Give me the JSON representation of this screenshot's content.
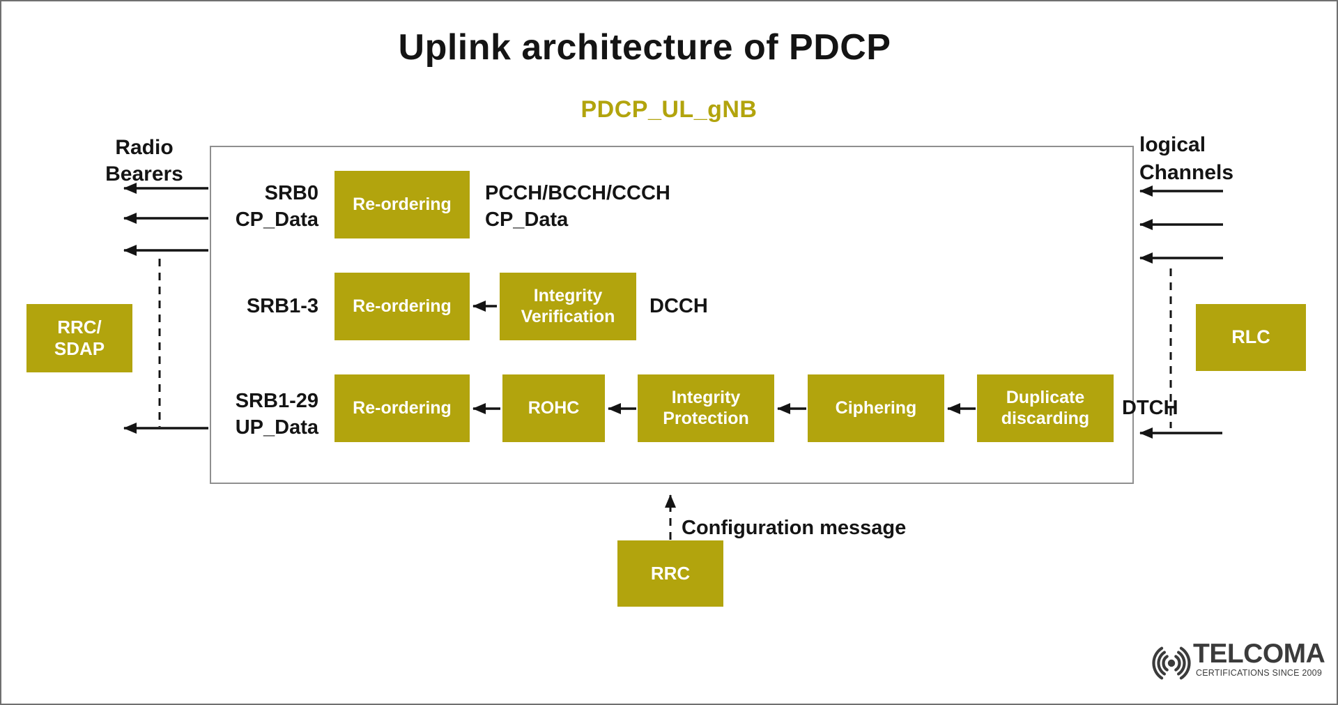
{
  "colors": {
    "olive": "#b2a40d",
    "ink": "#141414",
    "box-text": "#ffffff",
    "box-border": "#8f8f8f",
    "frame": "#6f6f6f",
    "logo": "#3b3b3b",
    "background": "#ffffff"
  },
  "header": {
    "title": "Uplink architecture of PDCP",
    "subtitle": "PDCP_UL_gNB"
  },
  "left_side": {
    "radio_bearers": {
      "line1": "Radio",
      "line2": "Bearers"
    },
    "rrc_sdap_box": {
      "line1": "RRC/",
      "line2": "SDAP"
    }
  },
  "right_side": {
    "logical_channels": {
      "line1": "logical",
      "line2": "Channels"
    },
    "rlc_box": {
      "label": "RLC"
    },
    "dtch_label": "DTCH"
  },
  "rows": {
    "srb0": {
      "label": {
        "line1": "SRB0",
        "line2": "CP_Data"
      },
      "reordering_box": "Re-ordering",
      "channel": {
        "line1": "PCCH/BCCH/CCCH",
        "line2": "CP_Data"
      }
    },
    "srb1_3": {
      "label": "SRB1-3",
      "reordering_box": "Re-ordering",
      "integrity_verification_box": {
        "line1": "Integrity",
        "line2": "Verification"
      },
      "channel": "DCCH"
    },
    "srb1_29": {
      "label": {
        "line1": "SRB1-29",
        "line2": "UP_Data"
      },
      "reordering_box": "Re-ordering",
      "rohc_box": "ROHC",
      "integrity_protection_box": {
        "line1": "Integrity",
        "line2": "Protection"
      },
      "ciphering_box": "Ciphering",
      "duplicate_discarding_box": {
        "line1": "Duplicate",
        "line2": "discarding"
      }
    }
  },
  "bottom": {
    "configuration_message": "Configuration message",
    "rrc_box": {
      "label": "RRC"
    }
  },
  "logo": {
    "icon": "signal-waves-icon",
    "brand": "TELCOMA",
    "tagline": "CERTIFICATIONS SINCE 2009"
  }
}
